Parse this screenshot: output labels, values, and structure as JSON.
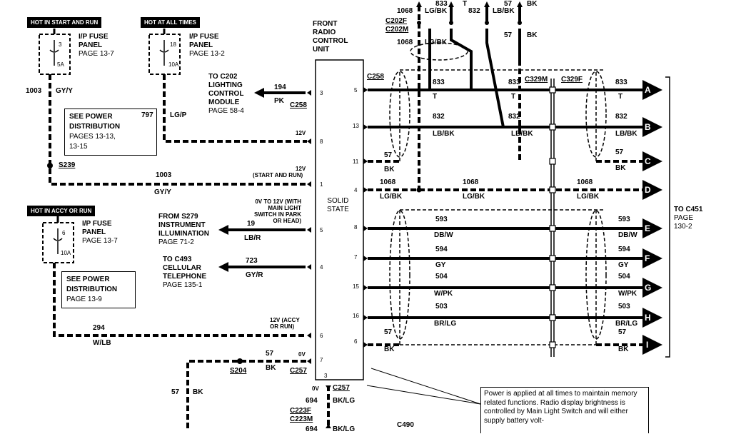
{
  "headers": {
    "hot_start_run": "HOT IN START AND RUN",
    "hot_all_times": "HOT AT ALL TIMES",
    "hot_accy_run": "HOT IN ACCY OR RUN"
  },
  "fuses": {
    "f1": {
      "num": "3",
      "amp": "5A",
      "label": "I/P FUSE",
      "label2": "PANEL",
      "page": "PAGE 13-7"
    },
    "f2": {
      "num": "18",
      "amp": "10A",
      "label": "I/P FUSE",
      "label2": "PANEL",
      "page": "PAGE 13-2"
    },
    "f3": {
      "num": "6",
      "amp": "10A",
      "label": "I/P FUSE",
      "label2": "PANEL",
      "page": "PAGE 13-7"
    }
  },
  "power_boxes": {
    "b1": {
      "line1": "SEE POWER",
      "line2": "DISTRIBUTION",
      "line3": "PAGES 13-13,",
      "line4": "13-15"
    },
    "b2": {
      "line1": "SEE POWER",
      "line2": "DISTRIBUTION",
      "line3": "PAGE 13-9"
    }
  },
  "unit": {
    "line1": "FRONT",
    "line2": "RADIO",
    "line3": "CONTROL",
    "line4": "UNIT",
    "state1": "SOLID",
    "state2": "STATE"
  },
  "left_labels": {
    "c202_line1": "TO C202",
    "c202_line2": "LIGHTING",
    "c202_line3": "CONTROL",
    "c202_line4": "MODULE",
    "c202_page": "PAGE 58-4",
    "s279_line1": "FROM S279",
    "s279_line2": "INSTRUMENT",
    "s279_line3": "ILLUMINATION",
    "s279_page": "PAGE 71-2",
    "c493_line1": "TO C493",
    "c493_line2": "CELLULAR",
    "c493_line3": "TELEPHONE",
    "c493_page": "PAGE 135-1",
    "w1003_num": "1003",
    "w1003_color": "GY/Y",
    "s239": "S239",
    "w797_num": "797",
    "w797_color": "LG/P",
    "w194_num": "194",
    "w194_color": "PK",
    "c258_left": "C258",
    "v12_1": "12V",
    "v12_start": "12V",
    "start_run": "(START AND RUN)",
    "w1003b_num": "1003",
    "w1003b_color": "GY/Y",
    "v_range1": "0V TO 12V (WITH",
    "v_range2": "MAIN LIGHT",
    "v_range3": "SWITCH IN PARK",
    "v_range4": "OR HEAD)",
    "w19_num": "19",
    "w19_color": "LB/R",
    "w723_num": "723",
    "w723_color": "GY/R",
    "v12_accy": "12V (ACCY",
    "accy_run": "OR RUN)",
    "w294_num": "294",
    "w294_color": "W/LB",
    "w57_num": "57",
    "w57_color": "BK",
    "v0": "0V",
    "s204": "S204",
    "c257": "C257",
    "w57b_num": "57",
    "w57b_color": "BK"
  },
  "pins_left": [
    "3",
    "8",
    "1",
    "5",
    "4",
    "6",
    "7",
    "3"
  ],
  "pins_right": [
    "5",
    "13",
    "11",
    "4",
    "8",
    "7",
    "15",
    "16",
    "6"
  ],
  "top_wires": {
    "w1068": "1068",
    "w1068c": "LG/BK",
    "w833": "833",
    "w833c": "T",
    "w832": "832",
    "w832c": "LB/BK",
    "w57": "57",
    "w57c": "BK",
    "c202f": "C202F",
    "c202m": "C202M",
    "w1068b": "1068",
    "w1068bc": "LG/BK",
    "w57b": "57",
    "w57bc": "BK"
  },
  "right_labels": {
    "c258": "C258",
    "c329m": "C329M",
    "c329f": "C329F",
    "to_c451": "TO C451",
    "page": "PAGE",
    "page_num": "130-2"
  },
  "rows": [
    {
      "num": "833",
      "color": "T",
      "letter": "A"
    },
    {
      "num": "832",
      "color": "LB/BK",
      "letter": "B"
    },
    {
      "num": "57",
      "color": "BK",
      "letter": "C"
    },
    {
      "num": "1068",
      "color": "LG/BK",
      "letter": "D"
    },
    {
      "num": "593",
      "color": "DB/W",
      "letter": "E"
    },
    {
      "num": "594",
      "color": "GY",
      "letter": "F"
    },
    {
      "num": "504",
      "color": "W/PK",
      "letter": "G"
    },
    {
      "num": "503",
      "color": "BR/LG",
      "letter": "H"
    },
    {
      "num": "57",
      "color": "BK",
      "letter": "I"
    }
  ],
  "bottom": {
    "v0": "0V",
    "c257": "C257",
    "w694": "694",
    "w694c": "BK/LG",
    "c223f": "C223F",
    "c223m": "C223M",
    "c490": "C490",
    "w694b": "694",
    "w694bc": "BK/LG"
  },
  "note": "Power is applied at all times to maintain memory related functions.  Radio display brightness is controlled by Main Light Switch and will either supply battery volt-"
}
